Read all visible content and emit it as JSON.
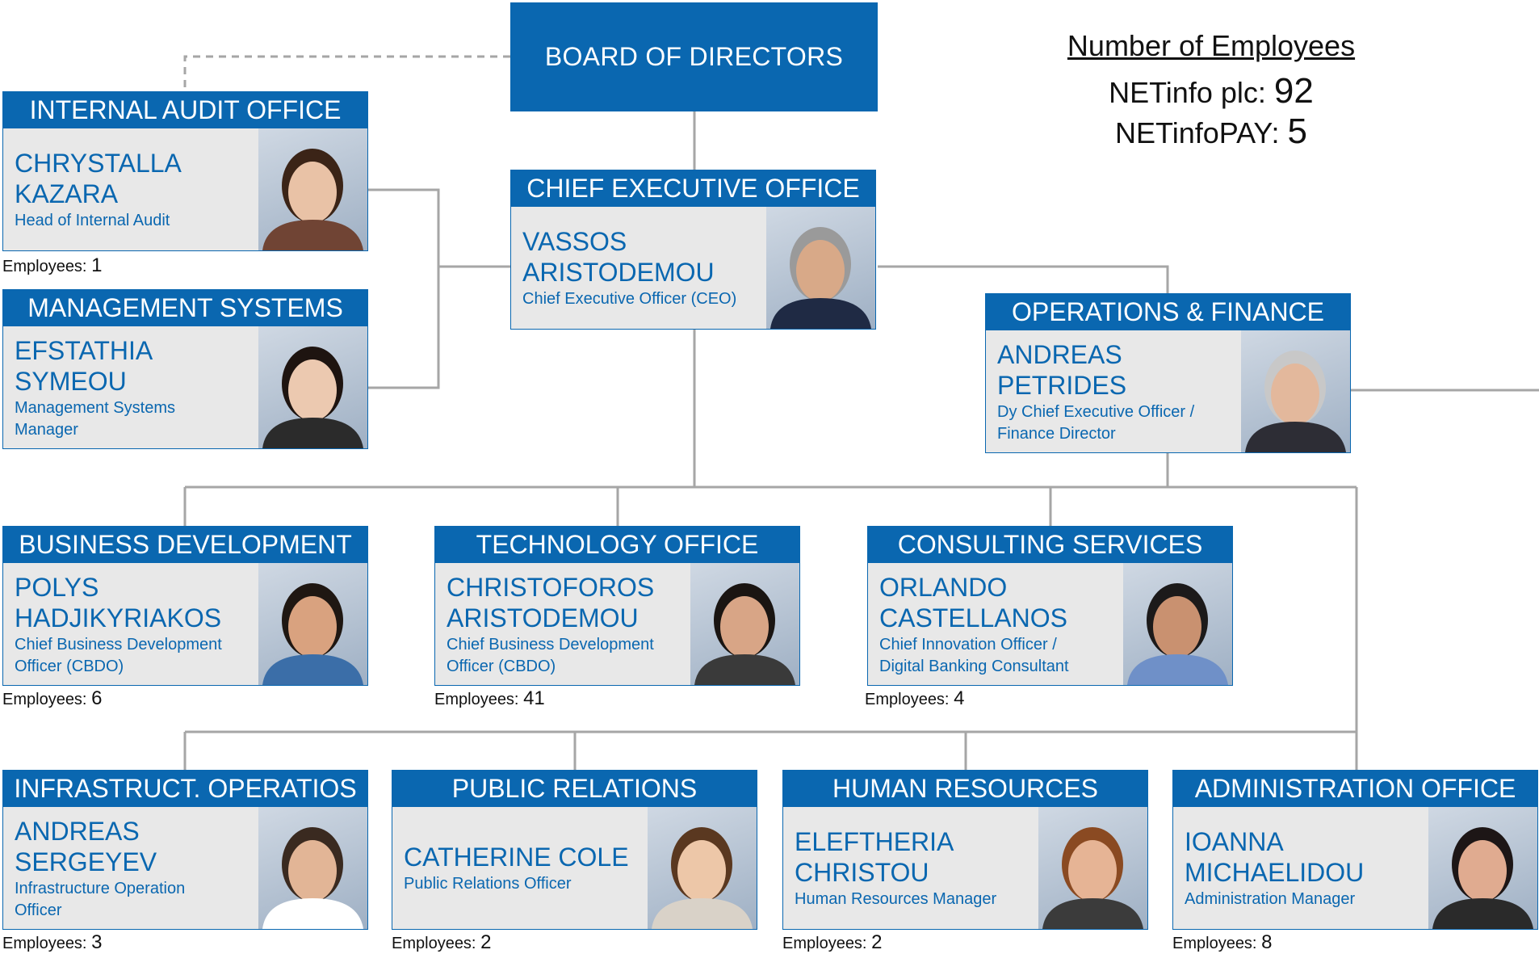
{
  "board": {
    "label": "BOARD OF DIRECTORS"
  },
  "summary": {
    "title": "Number of Employees",
    "plc_label": "NETinfo plc:",
    "plc_value": "92",
    "pay_label": "NETinfoPAY:",
    "pay_value": "5"
  },
  "employees_label": "Employees:",
  "colors": {
    "accent": "#0a67b0",
    "card_bg": "#e8e8e8",
    "connector": "#a6a6a6"
  },
  "cards": {
    "audit": {
      "dept": "INTERNAL AUDIT OFFICE",
      "name1": "CHRYSTALLA",
      "name2": "KAZARA",
      "role1": "Head of Internal Audit",
      "role2": "",
      "photo_icon": "person-photo-icon",
      "employees": "1"
    },
    "mgmt": {
      "dept": "MANAGEMENT SYSTEMS",
      "name1": "EFSTATHIA",
      "name2": "SYMEOU",
      "role1": "Management Systems",
      "role2": "Manager",
      "photo_icon": "person-photo-icon"
    },
    "ceo": {
      "dept": "CHIEF EXECUTIVE OFFICE",
      "name1": "VASSOS",
      "name2": "ARISTODEMOU",
      "role1": "Chief Executive Officer (CEO)",
      "role2": "",
      "photo_icon": "person-photo-icon"
    },
    "ops": {
      "dept": "OPERATIONS & FINANCE",
      "name1": "ANDREAS",
      "name2": "PETRIDES",
      "role1": "Dy Chief Executive Officer /",
      "role2": "Finance Director",
      "photo_icon": "person-photo-icon"
    },
    "bizdev": {
      "dept": "BUSINESS DEVELOPMENT",
      "name1": "POLYS",
      "name2": "HADJIKYRIAKOS",
      "role1": "Chief Business Development",
      "role2": "Officer (CBDO)",
      "photo_icon": "person-photo-icon",
      "employees": "6"
    },
    "tech": {
      "dept": "TECHNOLOGY OFFICE",
      "name1": "CHRISTOFOROS",
      "name2": "ARISTODEMOU",
      "role1": "Chief Business Development",
      "role2": "Officer (CBDO)",
      "photo_icon": "person-photo-icon",
      "employees": "41"
    },
    "consult": {
      "dept": "CONSULTING SERVICES",
      "name1": "ORLANDO",
      "name2": "CASTELLANOS",
      "role1": "Chief Innovation Officer /",
      "role2": "Digital Banking Consultant",
      "photo_icon": "person-photo-icon",
      "employees": "4"
    },
    "infra": {
      "dept": "INFRASTRUCT. OPERATIOS",
      "name1": "ANDREAS",
      "name2": "SERGEYEV",
      "role1": "Infrastructure Operation",
      "role2": "Officer",
      "photo_icon": "person-photo-icon",
      "employees": "3"
    },
    "pr": {
      "dept": "PUBLIC RELATIONS",
      "name1": "CATHERINE COLE",
      "name2": "",
      "role1": "Public Relations Officer",
      "role2": "",
      "photo_icon": "person-photo-icon",
      "employees": "2"
    },
    "hr": {
      "dept": "HUMAN RESOURCES",
      "name1": "ELEFTHERIA",
      "name2": "CHRISTOU",
      "role1": "Human Resources Manager",
      "role2": "",
      "photo_icon": "person-photo-icon",
      "employees": "2"
    },
    "admin": {
      "dept": "ADMINISTRATION OFFICE",
      "name1": "IOANNA",
      "name2": "MICHAELIDOU",
      "role1": "Administration Manager",
      "role2": "",
      "photo_icon": "person-photo-icon",
      "employees": "8"
    }
  }
}
